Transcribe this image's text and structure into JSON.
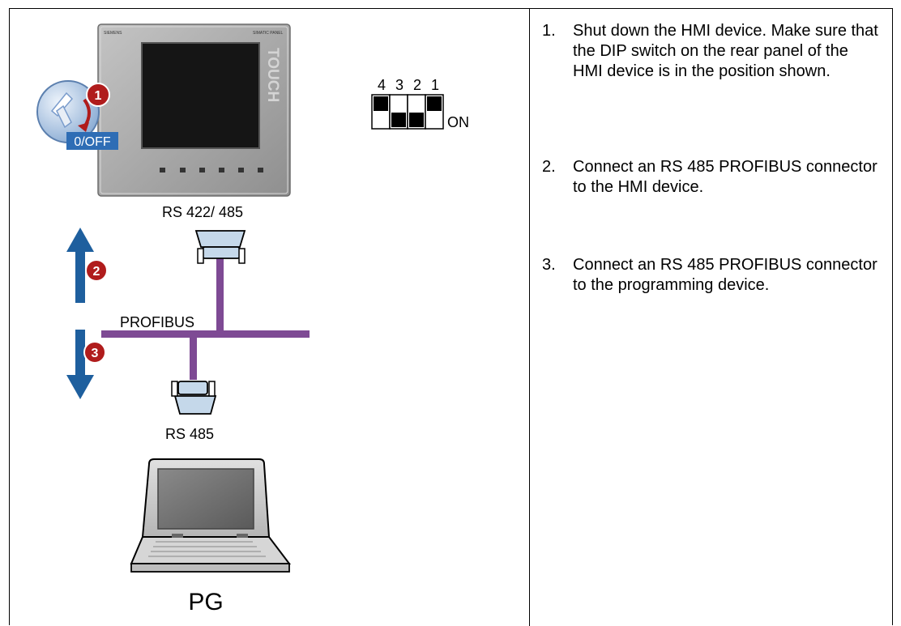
{
  "hmi": {
    "brand": "SIEMENS",
    "model": "SIMATIC PANEL",
    "touch": "TOUCH",
    "power_label": "0/OFF",
    "port_label": "RS 422/ 485"
  },
  "dip": {
    "numbers": [
      "4",
      "3",
      "2",
      "1"
    ],
    "on_label": "ON"
  },
  "bus": {
    "label": "PROFIBUS"
  },
  "pg": {
    "port_label": "RS 485",
    "label": "PG"
  },
  "badges": [
    "1",
    "2",
    "3"
  ],
  "steps": [
    {
      "num": "1.",
      "text": "Shut down the HMI device. Make sure that the DIP switch on the rear panel of the HMI device is in the position shown."
    },
    {
      "num": "2.",
      "text": "Connect an RS 485 PROFIBUS connector to the HMI device."
    },
    {
      "num": "3.",
      "text": "Connect an RS 485 PROFIBUS connector to the programming device."
    }
  ],
  "colors": {
    "bus": "#7e4a94",
    "arrow": "#1e5f9e",
    "badge": "#b01c1c",
    "power_button": "#2e6db5"
  }
}
